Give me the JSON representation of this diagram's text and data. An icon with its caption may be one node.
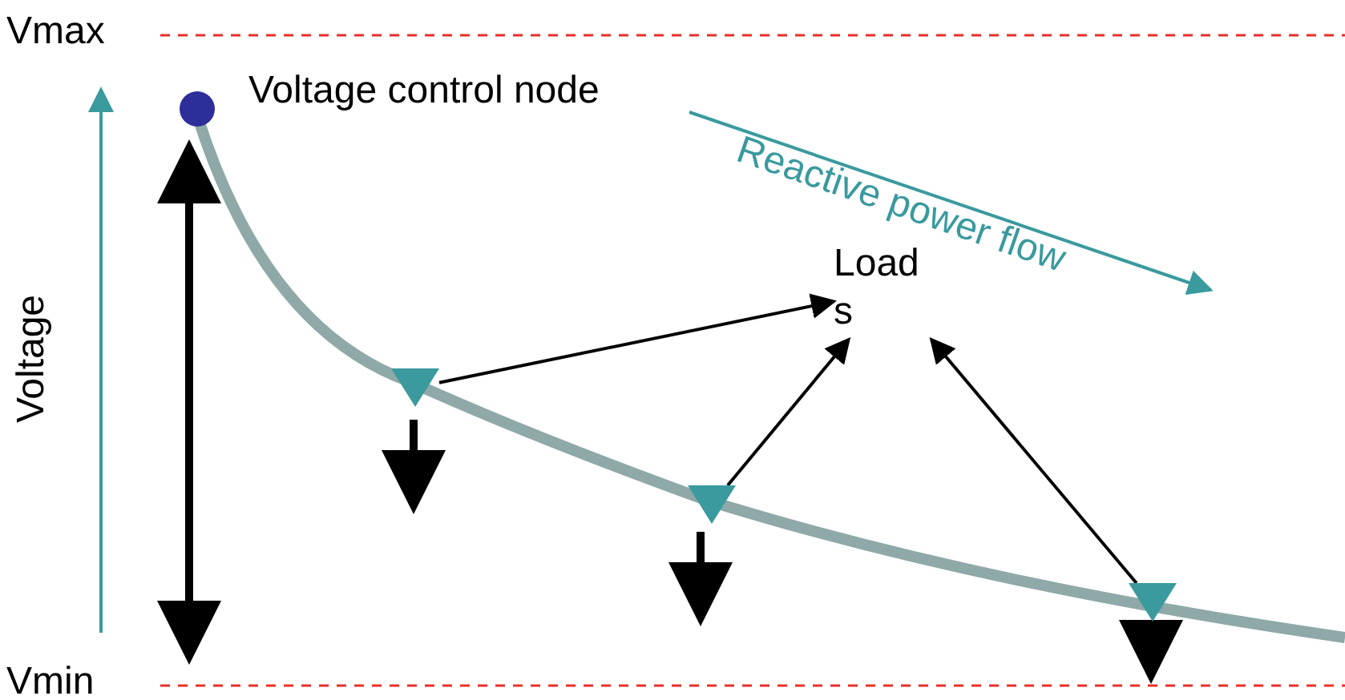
{
  "diagram": {
    "nodes": [
      {
        "text": [],
        "shape": "circle",
        "beside": [
          "Voltage control node"
        ]
      },
      {
        "text": [
          "Loads"
        ]
      },
      {
        "text": [],
        "shape": "triangle"
      },
      {
        "text": [],
        "shape": "triangle"
      },
      {
        "text": [],
        "shape": "triangle"
      }
    ],
    "edges": [
      {
        "from": 2,
        "to": 1,
        "arrow": "to"
      },
      {
        "from": 3,
        "to": 1,
        "arrow": "to"
      },
      {
        "from": 4,
        "to": 1,
        "arrow": "to"
      }
    ],
    "labels": [
      "Vmax",
      "Voltage",
      "Reactive power flow",
      "Vmin"
    ]
  }
}
